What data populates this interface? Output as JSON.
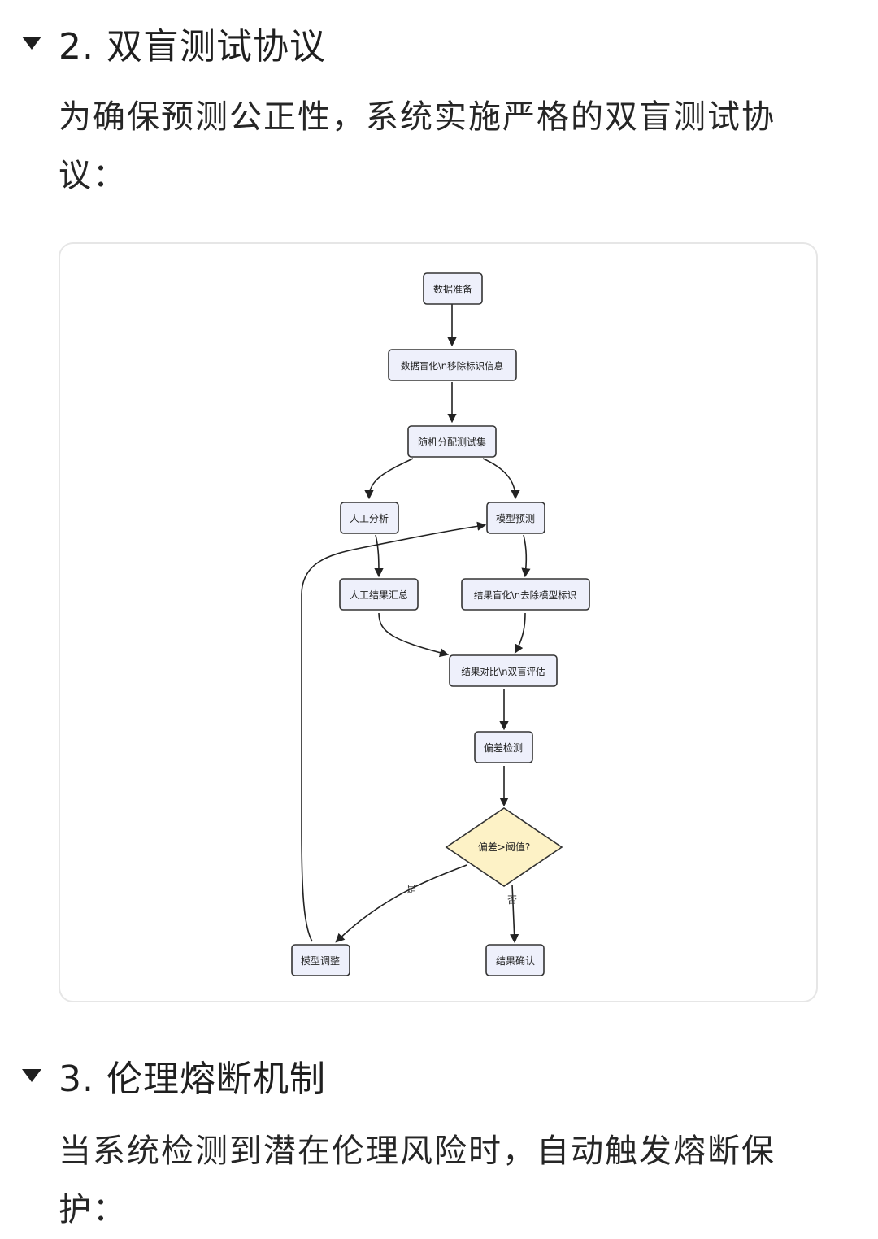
{
  "section2": {
    "heading": "2. 双盲测试协议",
    "paragraph": "为确保预测公正性，系统实施严格的双盲测试协议："
  },
  "flowchart": {
    "nodes": {
      "data_prep": "数据准备",
      "blind_data": "数据盲化\\n移除标识信息",
      "random_assign": "随机分配测试集",
      "manual_analysis": "人工分析",
      "model_predict": "模型预测",
      "manual_summary": "人工结果汇总",
      "result_blind": "结果盲化\\n去除模型标识",
      "compare": "结果对比\\n双盲评估",
      "bias_detect": "偏差检测",
      "decision": "偏差>阈值?",
      "model_adjust": "模型调整",
      "confirm": "结果确认"
    },
    "edge_labels": {
      "yes": "是",
      "no": "否"
    },
    "colors": {
      "node_fill": "#eef0fb",
      "decision_fill": "#fdf2c6",
      "stroke": "#333333"
    }
  },
  "section3": {
    "heading": "3. 伦理熔断机制",
    "paragraph": "当系统检测到潜在伦理风险时，自动触发熔断保护："
  }
}
